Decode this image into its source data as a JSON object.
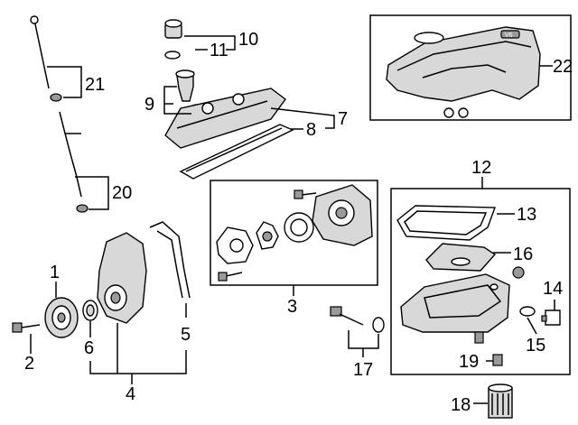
{
  "callouts": {
    "c1": "1",
    "c2": "2",
    "c3": "3",
    "c4": "4",
    "c5": "5",
    "c6": "6",
    "c7": "7",
    "c8": "8",
    "c9": "9",
    "c10": "10",
    "c11": "11",
    "c12": "12",
    "c13": "13",
    "c14": "14",
    "c15": "15",
    "c16": "16",
    "c17": "17",
    "c18": "18",
    "c19": "19",
    "c20": "20",
    "c21": "21",
    "c22": "22"
  },
  "logo": {
    "cover_badge": "V6"
  }
}
